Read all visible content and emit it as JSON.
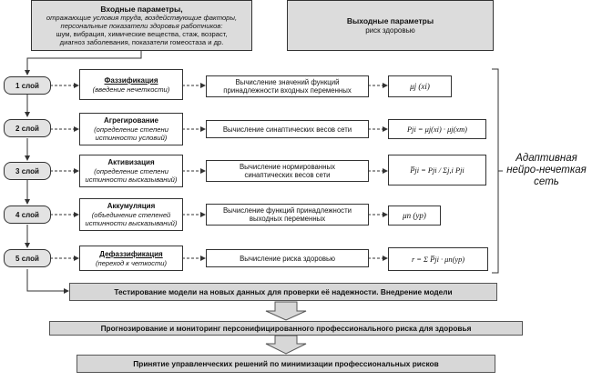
{
  "inputs": {
    "title": "Входные параметры,",
    "lines": [
      "отражающие условия труда, воздействующие факторы,",
      "персональные показатели здоровья работников:",
      "шум, вибрация, химические вещества, стаж, возраст,",
      "диагноз заболевания, показатели гомеостаза и др."
    ]
  },
  "outputs": {
    "title": "Выходные параметры",
    "subtitle": "риск здоровью"
  },
  "layers": [
    {
      "label": "1 слой",
      "title": "Фаззификация",
      "desc": [
        "(введение нечеткости)"
      ],
      "calc": [
        "Вычисление значений функций",
        "принадлежности входных переменных"
      ],
      "formula": "μj (xi)"
    },
    {
      "label": "2 слой",
      "title": "Агрегирование",
      "desc": [
        "(определение степени",
        "истинности условий)"
      ],
      "calc": [
        "Вычисление синаптических весов сети"
      ],
      "formula": "Pji = μj(xi) · μj(xm)"
    },
    {
      "label": "3 слой",
      "title": "Активизация",
      "desc": [
        "(определение степени",
        "истинности высказываний)"
      ],
      "calc": [
        "Вычисление нормированных",
        "синаптических весов сети"
      ],
      "formula": "P̅ji = Pji / Σj,i Pji"
    },
    {
      "label": "4 слой",
      "title": "Аккумуляция",
      "desc": [
        "(объединение степеней",
        "истинности высказываний)"
      ],
      "calc": [
        "Вычисление функций принадлежности",
        "выходных переменных"
      ],
      "formula": "μn (yp)"
    },
    {
      "label": "5 слой",
      "title": "Дефаззификация",
      "desc": [
        "(переход к четкости)"
      ],
      "calc": [
        "Вычисление риска здоровью"
      ],
      "formula": "r = Σ P̅ji · μn(yp)"
    }
  ],
  "side_label": [
    "Адаптивная",
    "нейро-нечеткая",
    "сеть"
  ],
  "bars": [
    "Тестирование модели на новых данных для проверки её надежности. Внедрение модели",
    "Прогнозирование и мониторинг персонифицированного профессионального риска для здоровья",
    "Принятие управленческих решений по минимизации профессиональных рисков"
  ]
}
